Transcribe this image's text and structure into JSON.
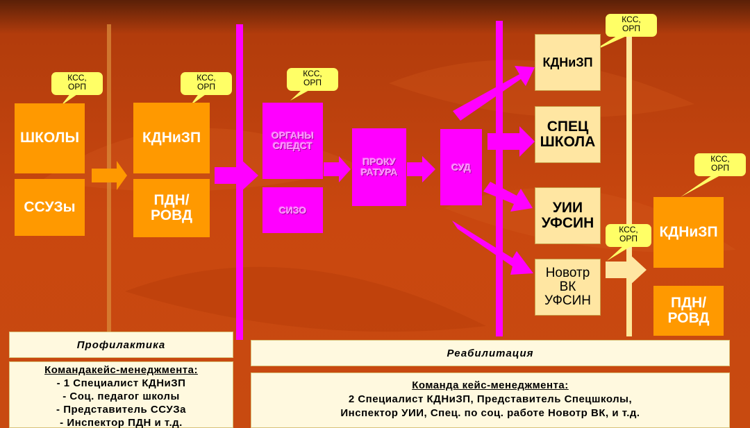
{
  "callout_text": [
    "КСС,",
    "ОРП"
  ],
  "left": {
    "shkoly": "ШКОЛЫ",
    "ssuzy": "ССУЗы",
    "kdnizp": "КДНиЗП",
    "pdn": [
      "ПДН/",
      "РОВД"
    ]
  },
  "middle": {
    "organy": [
      "ОРГАНЫ",
      "СЛЕДСТ"
    ],
    "sizo": "СИЗО",
    "prokuratura": [
      "ПРОКУ",
      "РАТУРА"
    ],
    "sud": "СУД"
  },
  "right": {
    "kdnizp_top": "КДНиЗП",
    "spec": [
      "СПЕЦ",
      "ШКОЛА"
    ],
    "uii": [
      "УИИ",
      "УФСИН"
    ],
    "novotr": [
      "Новотр",
      "ВК",
      "УФСИН"
    ],
    "kdnizp_far": "КДНиЗП",
    "pdn_far": [
      "ПДН/",
      "РОВД"
    ]
  },
  "panels": {
    "profilaktika": "Профилактика",
    "reabilitaciya": "Реабилитация",
    "left_team_title": "Командакейс-менеджмента:",
    "left_team_lines": [
      "- 1 Специалист КДНиЗП",
      "-  Соц. педагог школы",
      "- Представитель  ССУЗа",
      "- Инспектор ПДН и т.д."
    ],
    "right_team_title": "Команда кейс-менеджмента:",
    "right_team_lines": [
      "2 Специалист КДНиЗП, Представитель Спецшколы,",
      "Инспектор УИИ, Спец. по соц. работе Новотр ВК, и т.д."
    ]
  },
  "colors": {
    "background": "#c8450e",
    "orange_box": "#ff9900",
    "magenta": "#ff00ff",
    "cream": "#ffe6a2",
    "callout": "#ffff66",
    "divider_orange": "#d98a3a",
    "divider_cream": "#ffe89a"
  }
}
